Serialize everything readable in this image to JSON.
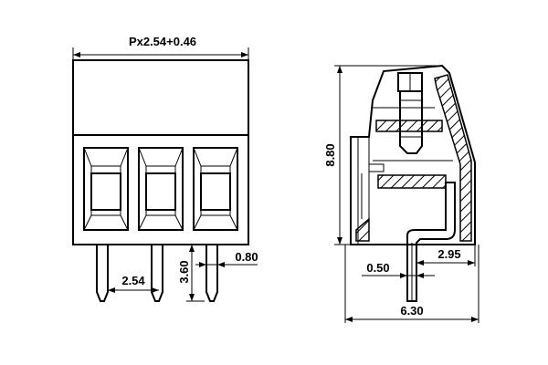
{
  "front_view": {
    "pitch_label": "Px2.54+0.46",
    "pin_spacing_label": "2.54",
    "pin_length_label": "3.60",
    "pin_width_label": "0.80"
  },
  "side_view": {
    "height_label": "8.80",
    "pin_thickness_label": "0.50",
    "pin_offset_label": "2.95",
    "depth_label": "6.30"
  }
}
